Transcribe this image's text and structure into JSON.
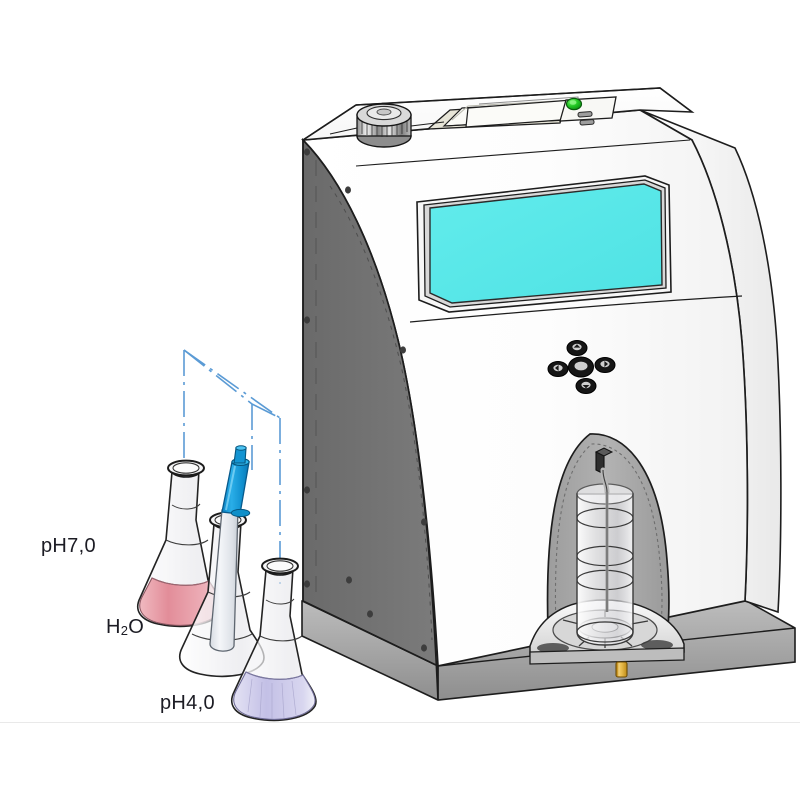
{
  "figure": {
    "type": "technical-illustration",
    "subject": "Laboratory pH meter / automatic titration analyzer with calibration buffer flasks",
    "style": "CAD line drawing, isometric view"
  },
  "labels": {
    "buffer_ph7": "pH7,0",
    "water": "H2O",
    "water_prefix": "H",
    "water_subscript": "2",
    "water_suffix": "O",
    "buffer_ph4": "pH4,0"
  },
  "instrument": {
    "display": {
      "name": "lcd-screen",
      "state": "blank",
      "color": "#57e8e8"
    },
    "knob": {
      "name": "knurled-knob",
      "color": "#c9c9c9"
    },
    "printer_slot": {
      "name": "printer-slot",
      "color": "#efefe8"
    },
    "indicator_led": {
      "name": "power-led",
      "color": "#1fc81f"
    },
    "aux_buttons": {
      "count": 2,
      "color": "#9a9a9a"
    },
    "keypad": {
      "name": "directional-keypad",
      "buttons": [
        "up",
        "left",
        "center",
        "right",
        "down"
      ],
      "color": "#1a1a1a"
    },
    "chamber": {
      "name": "sample-chamber",
      "shape": "arched-recess",
      "color": "#a8a8a8"
    },
    "sample_vessel": {
      "name": "sample-bottle",
      "fill": "clear"
    },
    "turntable": {
      "name": "sample-turntable",
      "color": "#dcdcdc"
    },
    "connector": {
      "name": "brass-connector",
      "color": "#d4a32a"
    },
    "side_panel": {
      "name": "left-side-panel",
      "color": "#6e6e6e"
    },
    "body_color": "#fdfdfd",
    "base_color": "#9c9c9c"
  },
  "flasks": [
    {
      "id": "flask-ph7",
      "label": "pH7,0",
      "liquid_color": "#e8909a",
      "liquid_level": 0.42
    },
    {
      "id": "flask-h2o",
      "label": "H2O",
      "liquid_color": "#f2f2f4",
      "liquid_level": 0.0
    },
    {
      "id": "flask-ph4",
      "label": "pH4,0",
      "liquid_color": "#c8c6e8",
      "liquid_level": 0.38
    }
  ],
  "electrode": {
    "name": "ph-electrode-probe",
    "cap_color": "#1ba0e0",
    "body_color": "#e4e8ee",
    "inserted_in": "H2O"
  },
  "construction_lines": {
    "name": "motion-path-centerlines",
    "color": "#5b9bd5",
    "style": "dash-dot"
  }
}
